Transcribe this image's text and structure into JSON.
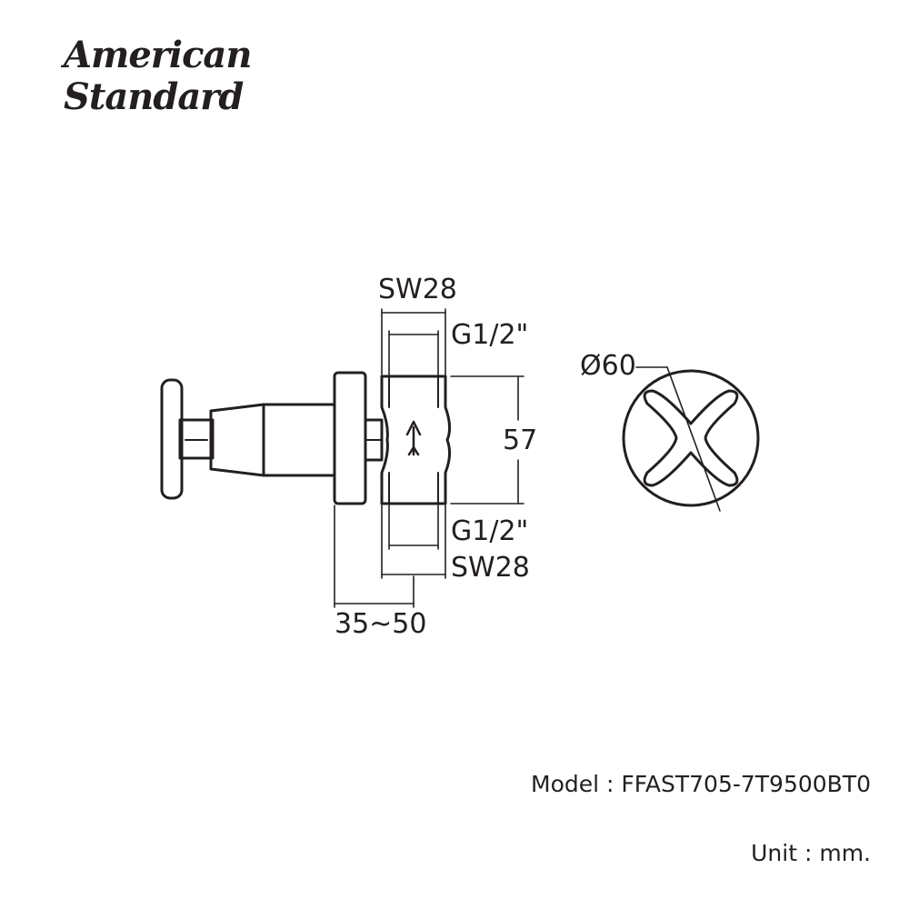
{
  "brand": {
    "line1": "American",
    "line2": "Standard"
  },
  "dimensions": {
    "sw28_top": "SW28",
    "g12_top": "G1/2\"",
    "height_57": "57",
    "g12_bottom": "G1/2\"",
    "sw28_bottom": "SW28",
    "range_35_50": "35~50",
    "diameter_60": "Ø60"
  },
  "footer": {
    "model_label": "Model :",
    "model_value": "FFAST705-7T9500BT0",
    "unit_label": "Unit :",
    "unit_value": "mm."
  },
  "colors": {
    "line": "#231f20",
    "background": "#ffffff"
  }
}
